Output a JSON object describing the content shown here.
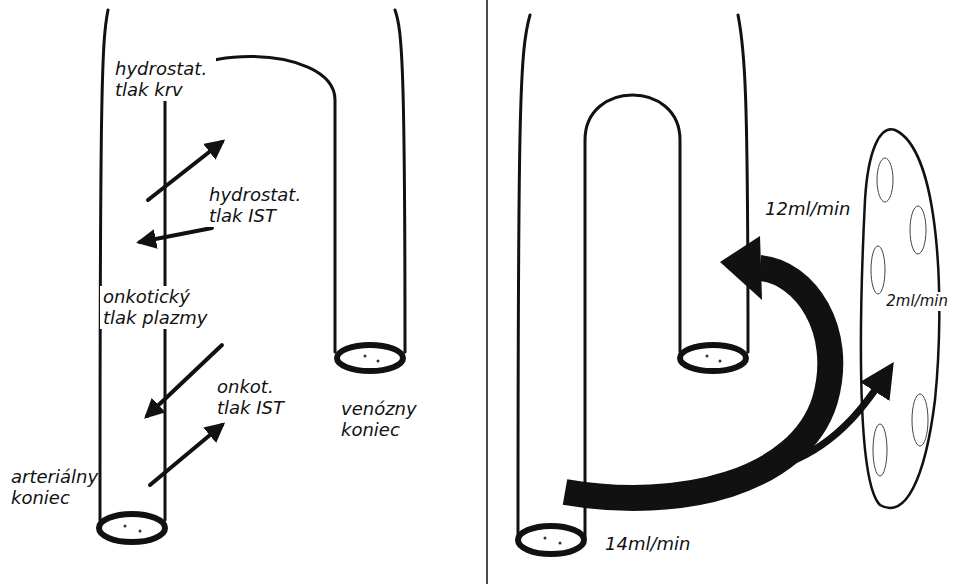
{
  "diagram": {
    "labels": [
      "hydrostat. tlak krv",
      "hydrostat. tlak IST",
      "onkotický tlak plazmy",
      "onkot. tlak IST",
      "arteriálny koniec",
      "venózny koniec",
      "12ml/min",
      "2ml/min",
      "14ml/min"
    ]
  }
}
